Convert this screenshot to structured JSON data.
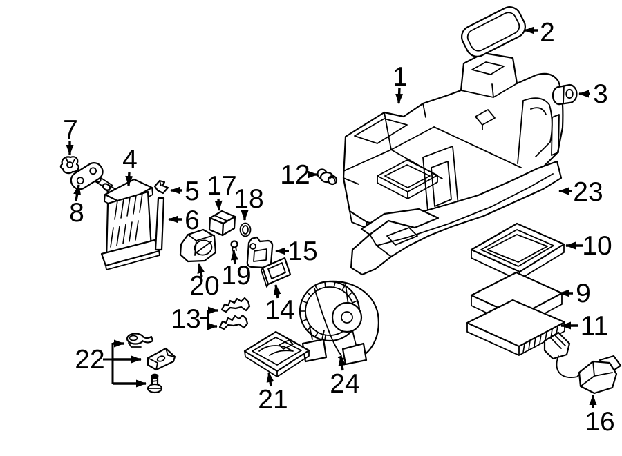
{
  "colors": {
    "background": "#ffffff",
    "line_art": "#000000"
  },
  "diagram": {
    "type": "exploded-parts-diagram",
    "callouts": [
      {
        "text": "1"
      },
      {
        "text": "2"
      },
      {
        "text": "3"
      },
      {
        "text": "4"
      },
      {
        "text": "5"
      },
      {
        "text": "6"
      },
      {
        "text": "7"
      },
      {
        "text": "8"
      },
      {
        "text": "9"
      },
      {
        "text": "10"
      },
      {
        "text": "11"
      },
      {
        "text": "12"
      },
      {
        "text": "13"
      },
      {
        "text": "14"
      },
      {
        "text": "15"
      },
      {
        "text": "16"
      },
      {
        "text": "17"
      },
      {
        "text": "18"
      },
      {
        "text": "19"
      },
      {
        "text": "20"
      },
      {
        "text": "21"
      },
      {
        "text": "22"
      },
      {
        "text": "23"
      },
      {
        "text": "24"
      }
    ]
  }
}
